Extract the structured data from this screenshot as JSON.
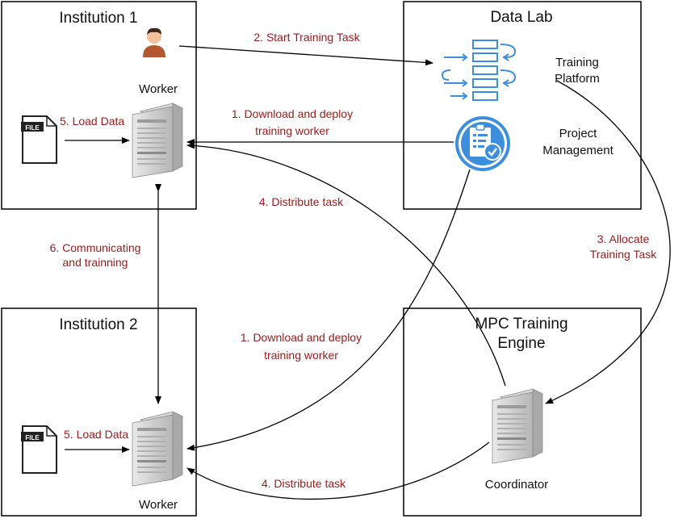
{
  "colors": {
    "arrow": "#000000",
    "label_red": "#9b1b1b",
    "accent_blue": "#3d8fdc",
    "server_gray": "#c9c9c9"
  },
  "boxes": {
    "institution1": {
      "title": "Institution 1",
      "worker_label": "Worker"
    },
    "data_lab": {
      "title": "Data Lab",
      "training_platform": [
        "Training",
        "Platform"
      ],
      "project_management": [
        "Project",
        "Management"
      ]
    },
    "institution2": {
      "title": "Institution 2",
      "worker_label": "Worker"
    },
    "mpc_engine": {
      "title": [
        "MPC Training",
        "Engine"
      ],
      "coordinator_label": "Coordinator"
    }
  },
  "icons": {
    "user": "person-icon",
    "file": "file-icon",
    "server": "server-icon",
    "training_platform": "pipeline-icon",
    "project_management": "clipboard-check-icon",
    "file_tag": "FILE"
  },
  "arrow_labels": {
    "start_training": "2. Start Training Task",
    "download_deploy_1": [
      "1. Download and deploy",
      "training worker"
    ],
    "load_data_1": "5. Load Data",
    "distribute_task_1": "4. Distribute task",
    "allocate_training": [
      "3. Allocate",
      "Training Task"
    ],
    "communicating": [
      "6. Communicating",
      "and trainning"
    ],
    "download_deploy_2": [
      "1. Download and deploy",
      "training worker"
    ],
    "load_data_2": "5. Load Data",
    "distribute_task_2": "4. Distribute task"
  }
}
